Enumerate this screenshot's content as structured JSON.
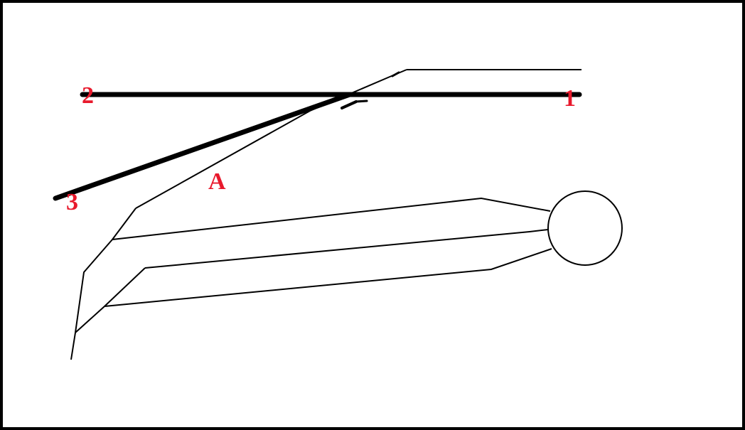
{
  "colors": {
    "background": "#ffffff",
    "stroke": "#000000",
    "label": "#e8192c"
  },
  "labels": {
    "line_1": "1",
    "line_2": "2",
    "line_3": "3",
    "point_a": "A"
  }
}
